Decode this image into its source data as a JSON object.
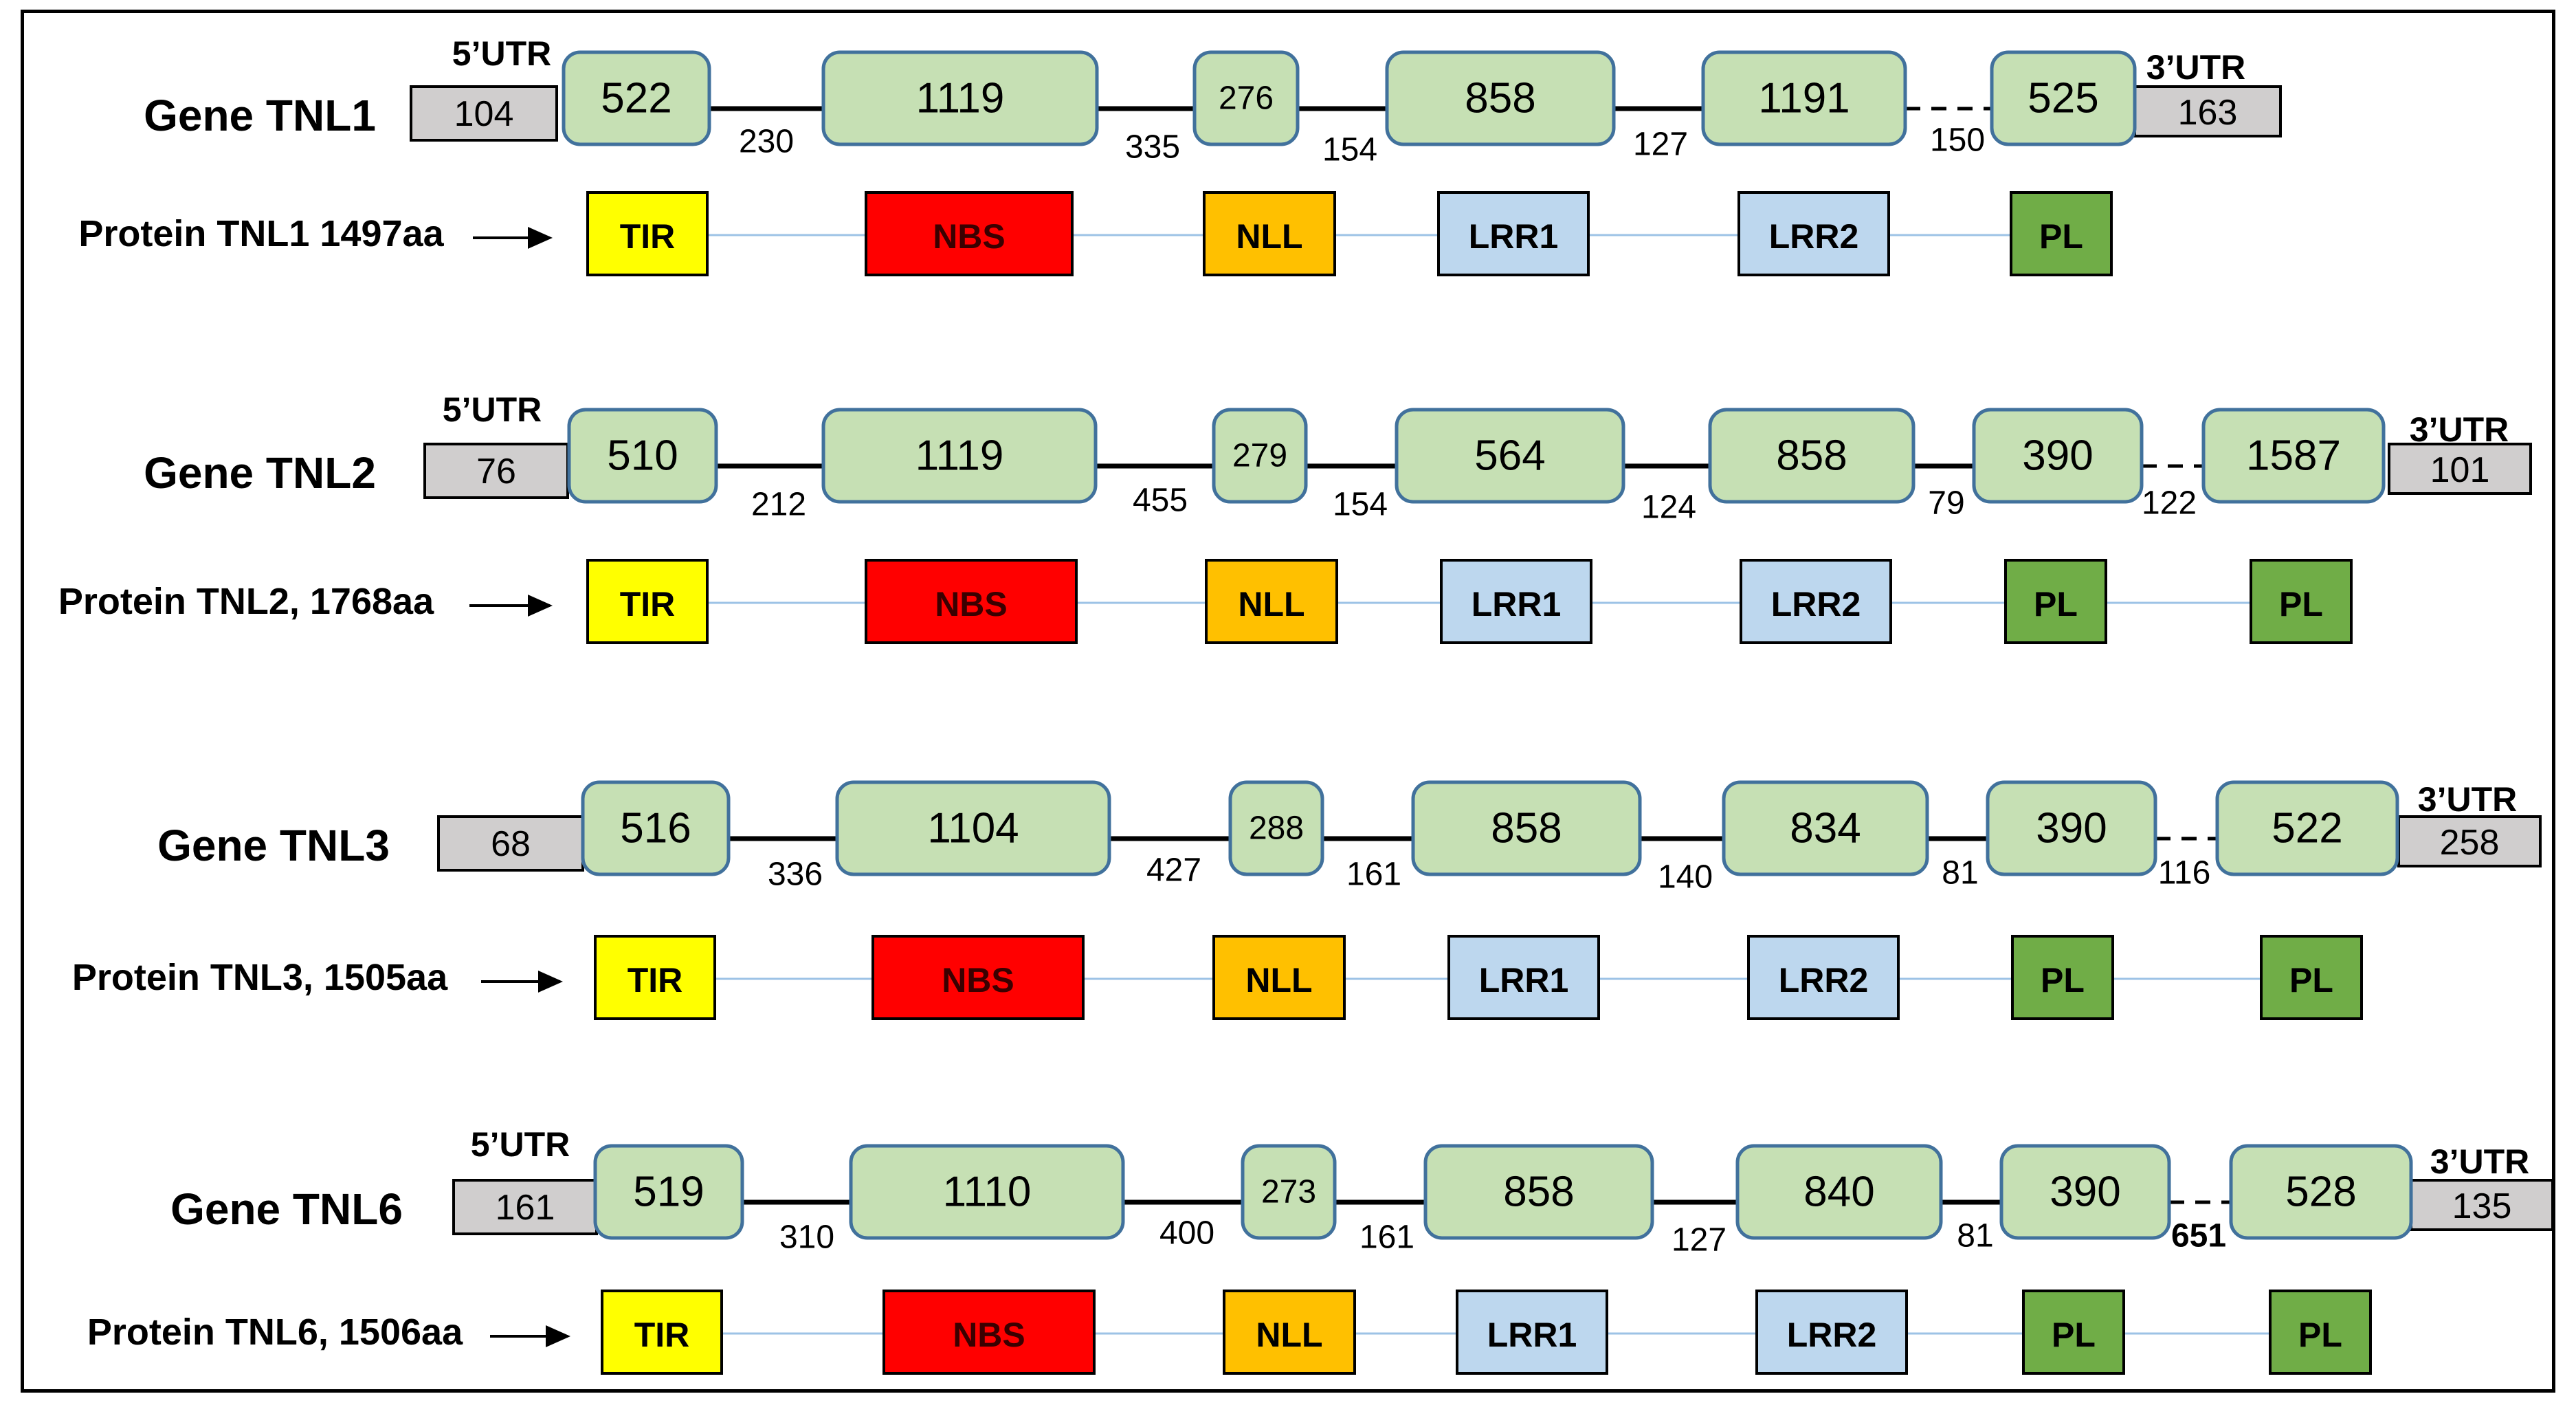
{
  "genes": [
    {
      "label": "Gene TNL1",
      "utr5_label": "5’UTR",
      "utr5": "104",
      "exons": [
        "522",
        "1119",
        "276",
        "858",
        "1191",
        "525"
      ],
      "introns": [
        "230",
        "335",
        "154",
        "127",
        "150"
      ],
      "utr3_label": "3’UTR",
      "utr3": "163",
      "protein": "Protein TNL1 1497aa",
      "domains": [
        "TIR",
        "NBS",
        "NLL",
        "LRR1",
        "LRR2",
        "PL"
      ]
    },
    {
      "label": "Gene TNL2",
      "utr5_label": "5’UTR",
      "utr5": "76",
      "exons": [
        "510",
        "1119",
        "279",
        "564",
        "858",
        "390",
        "1587"
      ],
      "introns": [
        "212",
        "455",
        "154",
        "124",
        "79",
        "122"
      ],
      "utr3_label": "3’UTR",
      "utr3": "101",
      "protein": "Protein TNL2, 1768aa",
      "domains": [
        "TIR",
        "NBS",
        "NLL",
        "LRR1",
        "LRR2",
        "PL",
        "PL"
      ]
    },
    {
      "label": "Gene TNL3",
      "utr5_label": "",
      "utr5": "68",
      "exons": [
        "516",
        "1104",
        "288",
        "858",
        "834",
        "390",
        "522"
      ],
      "introns": [
        "336",
        "427",
        "161",
        "140",
        "81",
        "116"
      ],
      "utr3_label": "3’UTR",
      "utr3": "258",
      "protein": "Protein TNL3, 1505aa",
      "domains": [
        "TIR",
        "NBS",
        "NLL",
        "LRR1",
        "LRR2",
        "PL",
        "PL"
      ]
    },
    {
      "label": "Gene TNL6",
      "utr5_label": "5’UTR",
      "utr5": "161",
      "exons": [
        "519",
        "1110",
        "273",
        "858",
        "840",
        "390",
        "528"
      ],
      "introns": [
        "310",
        "400",
        "161",
        "127",
        "81",
        "651"
      ],
      "utr3_label": "3’UTR",
      "utr3": "135",
      "protein": "Protein TNL6, 1506aa",
      "domains": [
        "TIR",
        "NBS",
        "NLL",
        "LRR1",
        "LRR2",
        "PL",
        "PL"
      ]
    }
  ],
  "colors": {
    "exon_fill": "#c6e0b4",
    "exon_stroke": "#41719c",
    "utr_fill": "#d0cece",
    "intron_line": "#000000",
    "domain_link": "#9dc3e6",
    "TIR": "#ffff00",
    "NBS": "#ff0000",
    "NLL": "#ffc000",
    "LRR": "#bdd7ee",
    "PL": "#70ad47"
  }
}
